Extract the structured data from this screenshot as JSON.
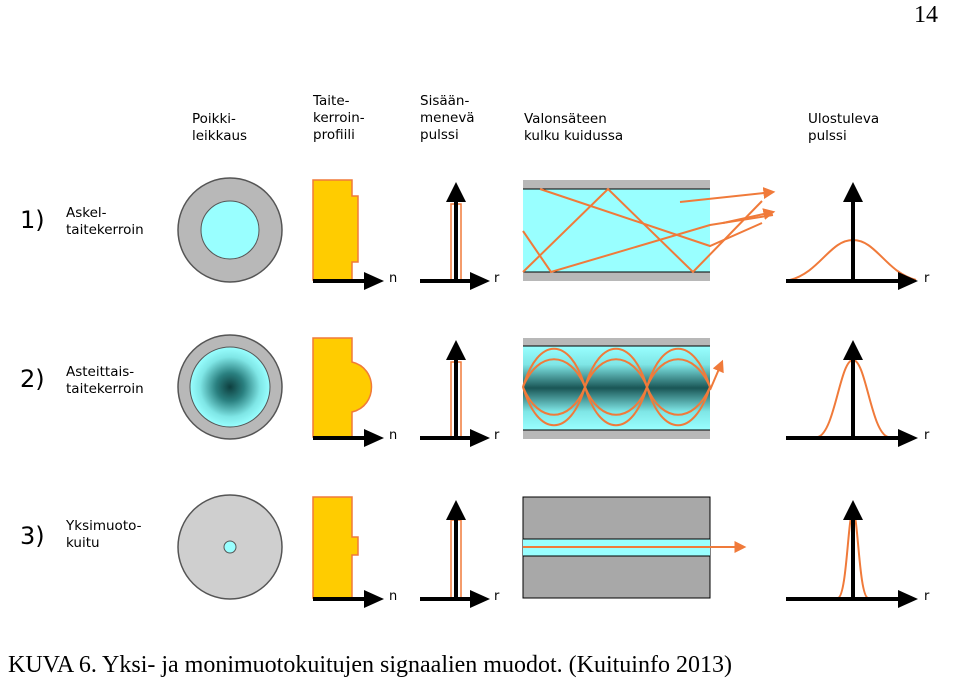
{
  "page_number": "14",
  "headers": {
    "cross_section": "Poikki-\nleikkaus",
    "index_profile": "Taite-\nkerroin-\nprofiili",
    "input_pulse": "Sisään-\nmenevä\npulssi",
    "ray_path": "Valonsäteen\nkulku kuidussa",
    "output_pulse": "Ulostuleva\npulssi"
  },
  "rows": [
    {
      "number": "1)",
      "label": "Askel-\ntaitekerroin",
      "axis_n": "n",
      "axis_r_in": "r",
      "axis_r_out": "r"
    },
    {
      "number": "2)",
      "label": "Asteittais-\ntaitekerroin",
      "axis_n": "n",
      "axis_r_in": "r",
      "axis_r_out": "r"
    },
    {
      "number": "3)",
      "label": "Yksimuoto-\nkuitu",
      "axis_n": "n",
      "axis_r_in": "r",
      "axis_r_out": "r"
    }
  ],
  "caption": "KUVA 6. Yksi- ja monimuotokuitujen signaalien muodot. (Kuituinfo 2013)",
  "colors": {
    "cladding": "#b8b8b8",
    "core": "#99ffff",
    "profile_fill": "#ffcc00",
    "profile_stroke": "#f07a3a",
    "ray": "#f07a3a",
    "graded_core": "#1f6b6b",
    "axis": "#000000"
  }
}
